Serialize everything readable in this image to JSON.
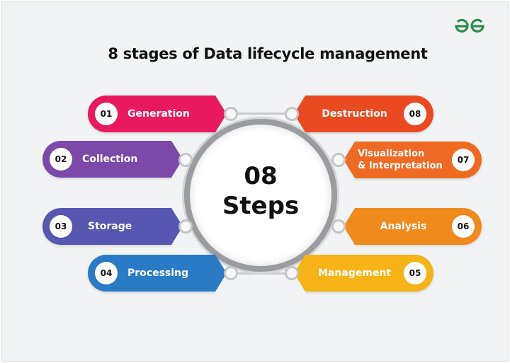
{
  "title": "8 stages of Data lifecycle management",
  "center": {
    "line1": "08",
    "line2": "Steps"
  },
  "logo": {
    "name": "GeeksforGeeks logo",
    "color": "#2f8d46"
  },
  "stages": [
    {
      "num": "01",
      "label": "Generation",
      "color": "#e8195f"
    },
    {
      "num": "02",
      "label": "Collection",
      "color": "#7b4aa8"
    },
    {
      "num": "03",
      "label": "Storage",
      "color": "#5756b0"
    },
    {
      "num": "04",
      "label": "Processing",
      "color": "#2a7ac5"
    },
    {
      "num": "05",
      "label": "Management",
      "color": "#f5b315"
    },
    {
      "num": "06",
      "label": "Analysis",
      "color": "#f08a1c"
    },
    {
      "num": "07",
      "label": "Visualization & Interpretation",
      "label_line1": "Visualization",
      "label_line2": "& Interpretation",
      "color": "#ee6a22"
    },
    {
      "num": "08",
      "label": "Destruction",
      "color": "#ea4a22"
    }
  ]
}
